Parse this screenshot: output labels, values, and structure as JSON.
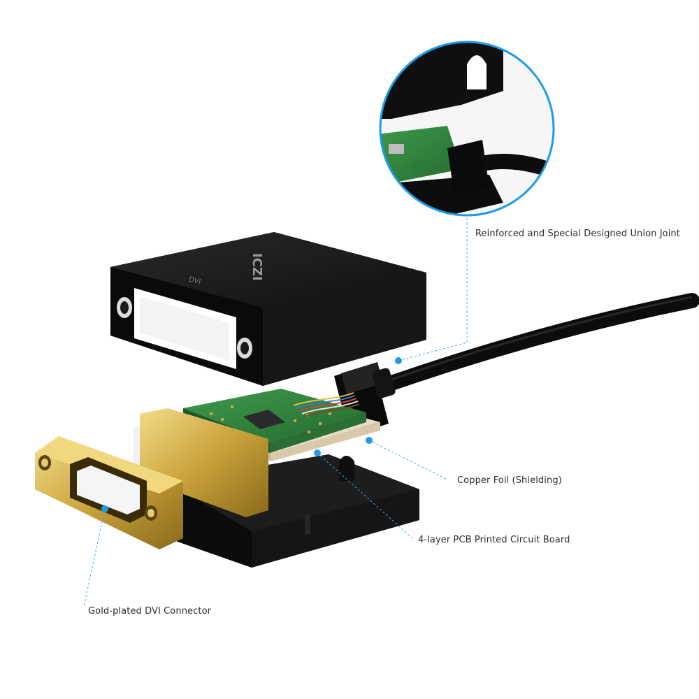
{
  "brand": {
    "logo_text": "ICZI",
    "port_mark": "DVI"
  },
  "callouts": {
    "union_joint": "Reinforced and Special Designed Union Joint",
    "copper_foil": "Copper Foil (Shielding)",
    "pcb": "4-layer PCB Printed Circuit Board",
    "dvi_connector": "Gold-plated DVI Connector"
  },
  "colors": {
    "callout_dot": "#1e9be8",
    "callout_line": "#3aa7e8",
    "housing": "#151515",
    "pcb_green": "#2f7d3b",
    "gold": "#c9a43a"
  }
}
